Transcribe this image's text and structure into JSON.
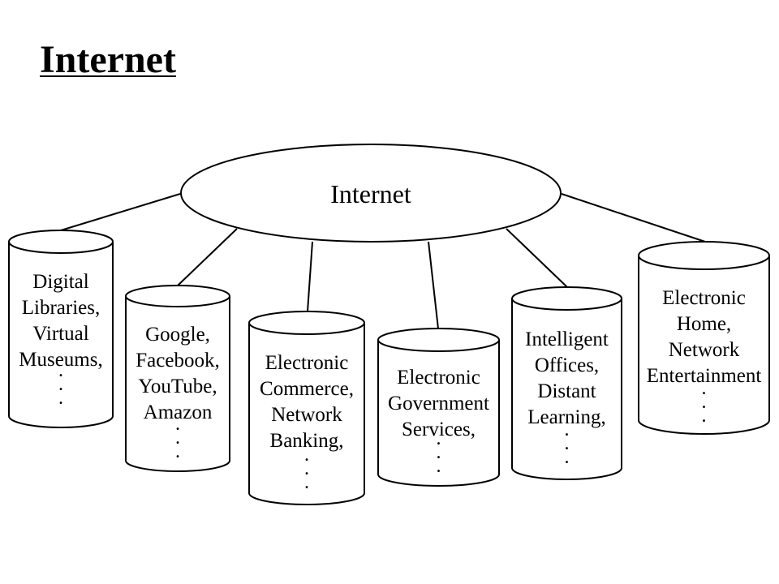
{
  "title": "Internet",
  "hub": {
    "label": "Internet"
  },
  "nodes": [
    {
      "id": "digital-libraries",
      "lines": [
        "Digital",
        "Libraries,",
        "Virtual",
        "Museums,"
      ],
      "ellipsis": [
        ".",
        ".",
        "."
      ]
    },
    {
      "id": "google-facebook",
      "lines": [
        "Google,",
        "Facebook,",
        "YouTube,",
        "Amazon"
      ],
      "ellipsis": [
        ".",
        ".",
        "."
      ]
    },
    {
      "id": "electronic-commerce",
      "lines": [
        "Electronic",
        "Commerce,",
        "Network",
        "Banking,"
      ],
      "ellipsis": [
        ".",
        ".",
        "."
      ]
    },
    {
      "id": "electronic-government",
      "lines": [
        "Electronic",
        "Government",
        "Services,"
      ],
      "ellipsis": [
        ".",
        ".",
        "."
      ]
    },
    {
      "id": "intelligent-offices",
      "lines": [
        "Intelligent",
        "Offices,",
        "Distant",
        "Learning,"
      ],
      "ellipsis": [
        ".",
        ".",
        "."
      ]
    },
    {
      "id": "electronic-home",
      "lines": [
        "Electronic",
        "Home,",
        "Network",
        "Entertainment"
      ],
      "ellipsis": [
        ".",
        ".",
        "."
      ]
    }
  ]
}
